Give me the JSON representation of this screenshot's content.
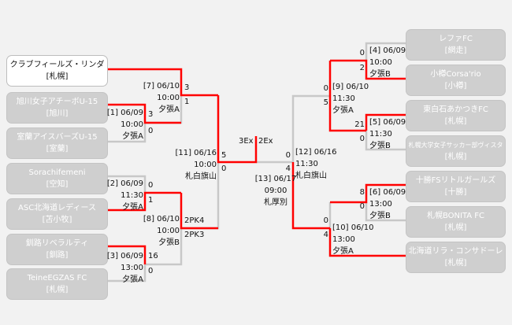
{
  "colors": {
    "winner_line": "#ff0000",
    "line": "#c8c8c8",
    "team_box": "#cfcfcf",
    "advancing_box": "#ffffff"
  },
  "left_teams": [
    {
      "name": "クラブフィールズ・リンダ",
      "area": "[札幌]"
    },
    {
      "name": "旭川女子アチーボU-15",
      "area": "[旭川]"
    },
    {
      "name": "室蘭アイスバーズU-15",
      "area": "[室蘭]"
    },
    {
      "name": "Sorachifemeni",
      "area": "[空知]"
    },
    {
      "name": "ASC北海道レディース",
      "area": "[苫小牧]"
    },
    {
      "name": "釧路リベラルティ",
      "area": "[釧路]"
    },
    {
      "name": "TeineEGZAS FC",
      "area": "[札幌]"
    }
  ],
  "right_teams": [
    {
      "name": "レファFC",
      "area": "[網走]"
    },
    {
      "name": "小樽Corsa'rio",
      "area": "[小樽]"
    },
    {
      "name": "東白石あかつきFC",
      "area": "[札幌]"
    },
    {
      "name": "札幌大学女子サッカー部ヴィスタ",
      "area": "[札幌]"
    },
    {
      "name": "十勝FSリトルガールズ",
      "area": "[十勝]"
    },
    {
      "name": "札幌BONITA FC",
      "area": "[札幌]"
    },
    {
      "name": "北海道リラ・コンサドーレ",
      "area": "[札幌]"
    }
  ],
  "matches": {
    "m1": {
      "no": "[1] 06/09",
      "time": "10:00",
      "venue": "夕張A",
      "s1": "3",
      "s2": "0"
    },
    "m2": {
      "no": "[2] 06/09",
      "time": "11:30",
      "venue": "夕張A",
      "s1": "0",
      "s2": "1"
    },
    "m3": {
      "no": "[3] 06/09",
      "time": "13:00",
      "venue": "夕張A",
      "s1": "16",
      "s2": "0"
    },
    "m4": {
      "no": "[4] 06/09",
      "time": "10:00",
      "venue": "夕張B",
      "s1": "0",
      "s2": "2"
    },
    "m5": {
      "no": "[5] 06/09",
      "time": "11:30",
      "venue": "夕張B",
      "s1": "21",
      "s2": "0"
    },
    "m6": {
      "no": "[6] 06/09",
      "time": "13:00",
      "venue": "夕張B",
      "s1": "8",
      "s2": "0"
    },
    "m7": {
      "no": "[7] 06/10",
      "time": "10:00",
      "venue": "夕張A",
      "s1": "3",
      "s2": "1"
    },
    "m8": {
      "no": "[8] 06/10",
      "time": "10:00",
      "venue": "夕張B",
      "s1": "2PK4",
      "s2": "2PK3"
    },
    "m9": {
      "no": "[9] 06/10",
      "time": "11:30",
      "venue": "夕張A",
      "s1": "0",
      "s2": "5"
    },
    "m10": {
      "no": "[10] 06/10",
      "time": "13:00",
      "venue": "夕張A",
      "s1": "0",
      "s2": "4"
    },
    "m11": {
      "no": "[11] 06/16",
      "time": "10:00",
      "venue": "札白旗山",
      "s1": "5",
      "s2": "0"
    },
    "m12": {
      "no": "[12] 06/16",
      "time": "11:30",
      "venue": "札白旗山",
      "s1": "0",
      "s2": "4"
    },
    "m13": {
      "no": "[13] 06/17",
      "time": "09:00",
      "venue": "札厚別",
      "s1": "3Ex",
      "s2": "2Ex"
    }
  }
}
